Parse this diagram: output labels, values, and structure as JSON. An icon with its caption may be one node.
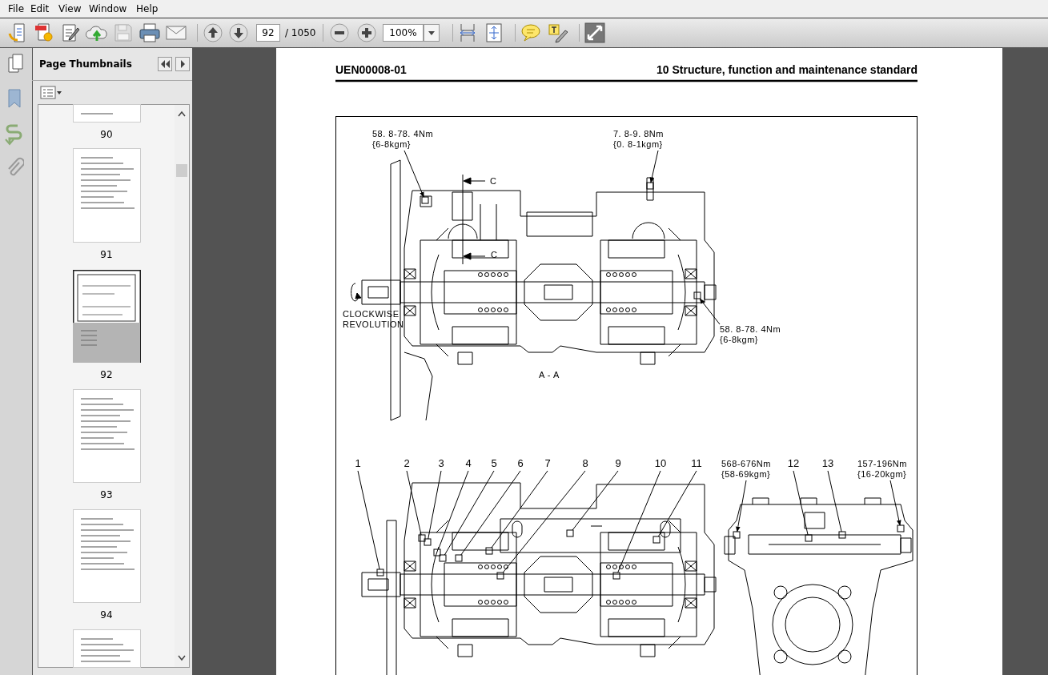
{
  "diagram": {
    "nodes": [
      {
        "text": [
          "58. 8-78. 4Nm {6-8kgm}"
        ]
      },
      {
        "text": [
          "7. 8-9. 8Nm {0. 8-1kgm}"
        ]
      },
      {
        "text": [
          "58. 8-78. 4Nm {6-8kgm}"
        ]
      },
      {
        "text": [
          "1"
        ]
      },
      {
        "text": [
          "2"
        ]
      },
      {
        "text": [
          "3"
        ]
      },
      {
        "text": [
          "4"
        ]
      },
      {
        "text": [
          "5"
        ]
      },
      {
        "text": [
          "6"
        ]
      },
      {
        "text": [
          "7"
        ]
      },
      {
        "text": [
          "8"
        ]
      },
      {
        "text": [
          "9"
        ]
      },
      {
        "text": [
          "10"
        ]
      },
      {
        "text": [
          "11"
        ]
      },
      {
        "text": [
          "568-676Nm {58-69kgm}"
        ]
      },
      {
        "text": [
          "12"
        ]
      },
      {
        "text": [
          "13"
        ]
      },
      {
        "text": [
          "157-196Nm {16-20kgm}"
        ]
      },
      {
        "text": [],
        "shape": "box"
      },
      {
        "text": [],
        "shape": "box"
      },
      {
        "text": [],
        "shape": "box"
      },
      {
        "text": [],
        "shape": "box"
      },
      {
        "text": [],
        "shape": "box"
      },
      {
        "text": [],
        "shape": "box"
      },
      {
        "text": [],
        "shape": "box"
      },
      {
        "text": [],
        "shape": "box"
      },
      {
        "text": [],
        "shape": "box"
      },
      {
        "text": [],
        "shape": "box"
      },
      {
        "text": [],
        "shape": "box"
      },
      {
        "text": [],
        "shape": "box"
      },
      {
        "text": [],
        "shape": "box"
      },
      {
        "text": [],
        "shape": "box"
      },
      {
        "text": [],
        "shape": "box"
      },
      {
        "text": [],
        "shape": "box"
      },
      {
        "text": [],
        "shape": "box"
      },
      {
        "text": [],
        "shape": "box"
      }
    ],
    "edges": [
      {
        "from": 0,
        "to": 18,
        "arrow": "to"
      },
      {
        "from": 1,
        "to": 19,
        "arrow": "to"
      },
      {
        "from": 2,
        "to": 20,
        "arrow": "to"
      },
      {
        "from": 3,
        "to": 21,
        "arrow": "none"
      },
      {
        "from": 4,
        "to": 22,
        "arrow": "none"
      },
      {
        "from": 5,
        "to": 23,
        "arrow": "none"
      },
      {
        "from": 6,
        "to": 24,
        "arrow": "none"
      },
      {
        "from": 7,
        "to": 25,
        "arrow": "none"
      },
      {
        "from": 8,
        "to": 26,
        "arrow": "none"
      },
      {
        "from": 9,
        "to": 27,
        "arrow": "none"
      },
      {
        "from": 10,
        "to": 28,
        "arrow": "none"
      },
      {
        "from": 11,
        "to": 29,
        "arrow": "none"
      },
      {
        "from": 12,
        "to": 30,
        "arrow": "none"
      },
      {
        "from": 13,
        "to": 31,
        "arrow": "none"
      },
      {
        "from": 14,
        "to": 32,
        "arrow": "to"
      },
      {
        "from": 15,
        "to": 33,
        "arrow": "none"
      },
      {
        "from": 16,
        "to": 34,
        "arrow": "none"
      },
      {
        "from": 17,
        "to": 35,
        "arrow": "to"
      }
    ],
    "labels": [
      "File",
      "Edit",
      "View",
      "Window",
      "Help",
      "92",
      "/ 1050",
      "100%",
      "Page Thumbnails",
      "90",
      "91",
      "92",
      "93",
      "94",
      "UEN00008-01",
      "10 Structure, function and maintenance standard",
      "C",
      "C",
      "CLOCKWISE REVOLUTION",
      "A - A"
    ]
  }
}
